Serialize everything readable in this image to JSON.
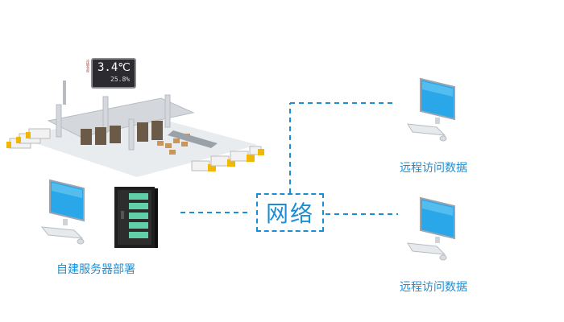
{
  "network": {
    "label": "网络"
  },
  "server_site": {
    "caption": "自建服务器部署"
  },
  "remote_top": {
    "caption": "远程访问数据"
  },
  "remote_bottom": {
    "caption": "远程访问数据"
  },
  "warehouse_display": {
    "temperature": "3.4℃",
    "humidity": "25.8%",
    "label": "冷链仓库"
  },
  "colors": {
    "accent": "#1a8fd6",
    "screen": "#2aa7e8",
    "truck": "#f2b705",
    "rack": "#1e1e1e"
  },
  "icons": [
    "monitor-icon",
    "server-rack-icon",
    "warehouse-illustration",
    "keyboard-icon",
    "mouse-icon"
  ]
}
